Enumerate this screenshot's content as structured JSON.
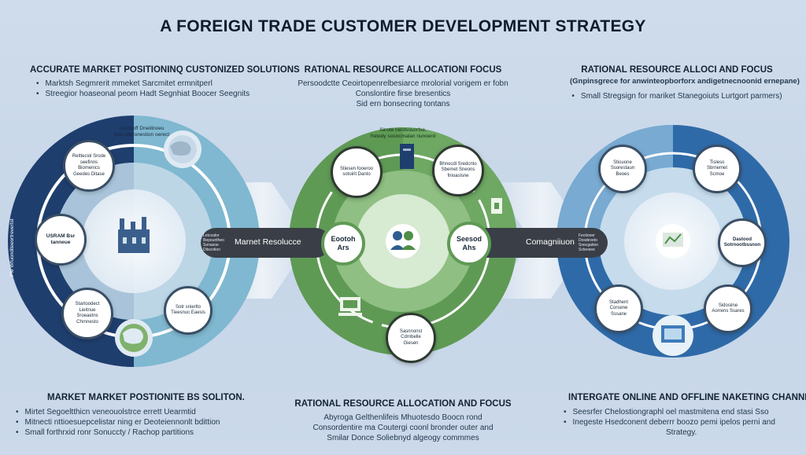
{
  "title": "A FOREIGN TRADE CUSTOMER DEVELOPMENT STRATEGY",
  "top_left": {
    "heading": "ACCURATE MARKET POSITIONINQ CUSTONIZED SOLUTIONS",
    "bullets": [
      "Marktsh Segmrerit mmeket Sarcmitet ermnitperl",
      "Streegior hoaseonal peom Hadt Segnhiat Boocer Seegnits"
    ]
  },
  "top_center": {
    "heading": "RATIONAL RESOURCE ALLOCATIONI FOCUS",
    "lines": [
      "Persoodctte Ceoirtopenrelbesiarce mrolorial vorigem er fobn",
      "Conslontire firse bresentics",
      "Sid ern bonsecring tontans"
    ]
  },
  "top_right": {
    "heading": "RATIONAL RESOURCE ALLOCI AND FOCUS",
    "subheading": "(Gnpinsgrece for anwinteopborforx andigetnecnoonid ernepane)",
    "bullets": [
      "Small Stregsign for mariket Stanegoiuts Lurtgort parmers)"
    ]
  },
  "bottom_left": {
    "heading": "MARKET MARKET POSTIONITE BS SOLITON.",
    "bullets": [
      "Mirtet Segoeltthicn veneouolstrce errett Uearmtid",
      "Mitnecti nttioesuepcelistar ning er Deoteiennonlt bdittion",
      "Small forthrxid ronr Sonuccty / Rachop partitions"
    ]
  },
  "bottom_center": {
    "heading": "RATIONAL RESOURCE ALLOCATION AND FOCUS",
    "lines": [
      "Abyroga Gelthenlifeis Mhuotesdo Boocn rond",
      "Consordentire ma Coutergi coonl bronder outer and",
      "Smilar Donce Soliebnyd algeogy commmes"
    ]
  },
  "bottom_right": {
    "heading": "INTERGATE ONLINE AND OFFLINE NAKETING CHANNELS",
    "bullets": [
      "Seesrfer Chelostiongraphl oel mastmitena end stasi Sso",
      "Inegeste Hsedconent deberrr boozo pemi ipelos perni and"
    ],
    "tail": "Strategy."
  },
  "left_circle": {
    "top_label_1": "Dectooff Dneiitnoeu",
    "top_label_2": "bed oderonestion oerect",
    "side_label": "Pfe Wfuonditeeortrevertst",
    "nodes": [
      "Reltteciol Srode seefinns Biomenics Geedes Ditase",
      "USRAM Bsr tanneue",
      "Startoodect Lieitnue Sroeaetns Chrnnesto",
      "Sotr snierlto Tieesnuc Eaesis"
    ]
  },
  "middle_circle": {
    "top_label_1": "Sinste nerdsouorfse,",
    "top_label_2": "fretedy sosncrnalan nunoerd",
    "nodes": [
      "Stiesen fooeroo sotoirit Danto",
      "Bhnocdl Sredcnto Sbemet Sneons fnioaslsne",
      "Sasnnonst Cdrnbelle Giesen",
      "Eootoh Ars",
      "Seesod Ahs"
    ]
  },
  "right_circle": {
    "nodes": [
      "Stiouone Ssorestaun Beoes",
      "Tisleso Sbrnemet Scmoe",
      "Dastood Sotrnootbssnon",
      "Stadhent Corsene Sssane",
      "Sidosiine Aorrens Ssares"
    ]
  },
  "connectors": {
    "left_label": "Marnet Resolucce",
    "left_small": "Letcoalor Bepouritheo Sonasoe Ditscotion",
    "right_label": "Comagniiuon",
    "right_small": "Fectioner Dosdeveto Snecgation Scteosee"
  },
  "colors": {
    "navy": "#1e3e6e",
    "teal": "#7fb8d0",
    "green": "#5f9a55",
    "blue": "#2f6aa8",
    "connector": "#3a3f47"
  }
}
